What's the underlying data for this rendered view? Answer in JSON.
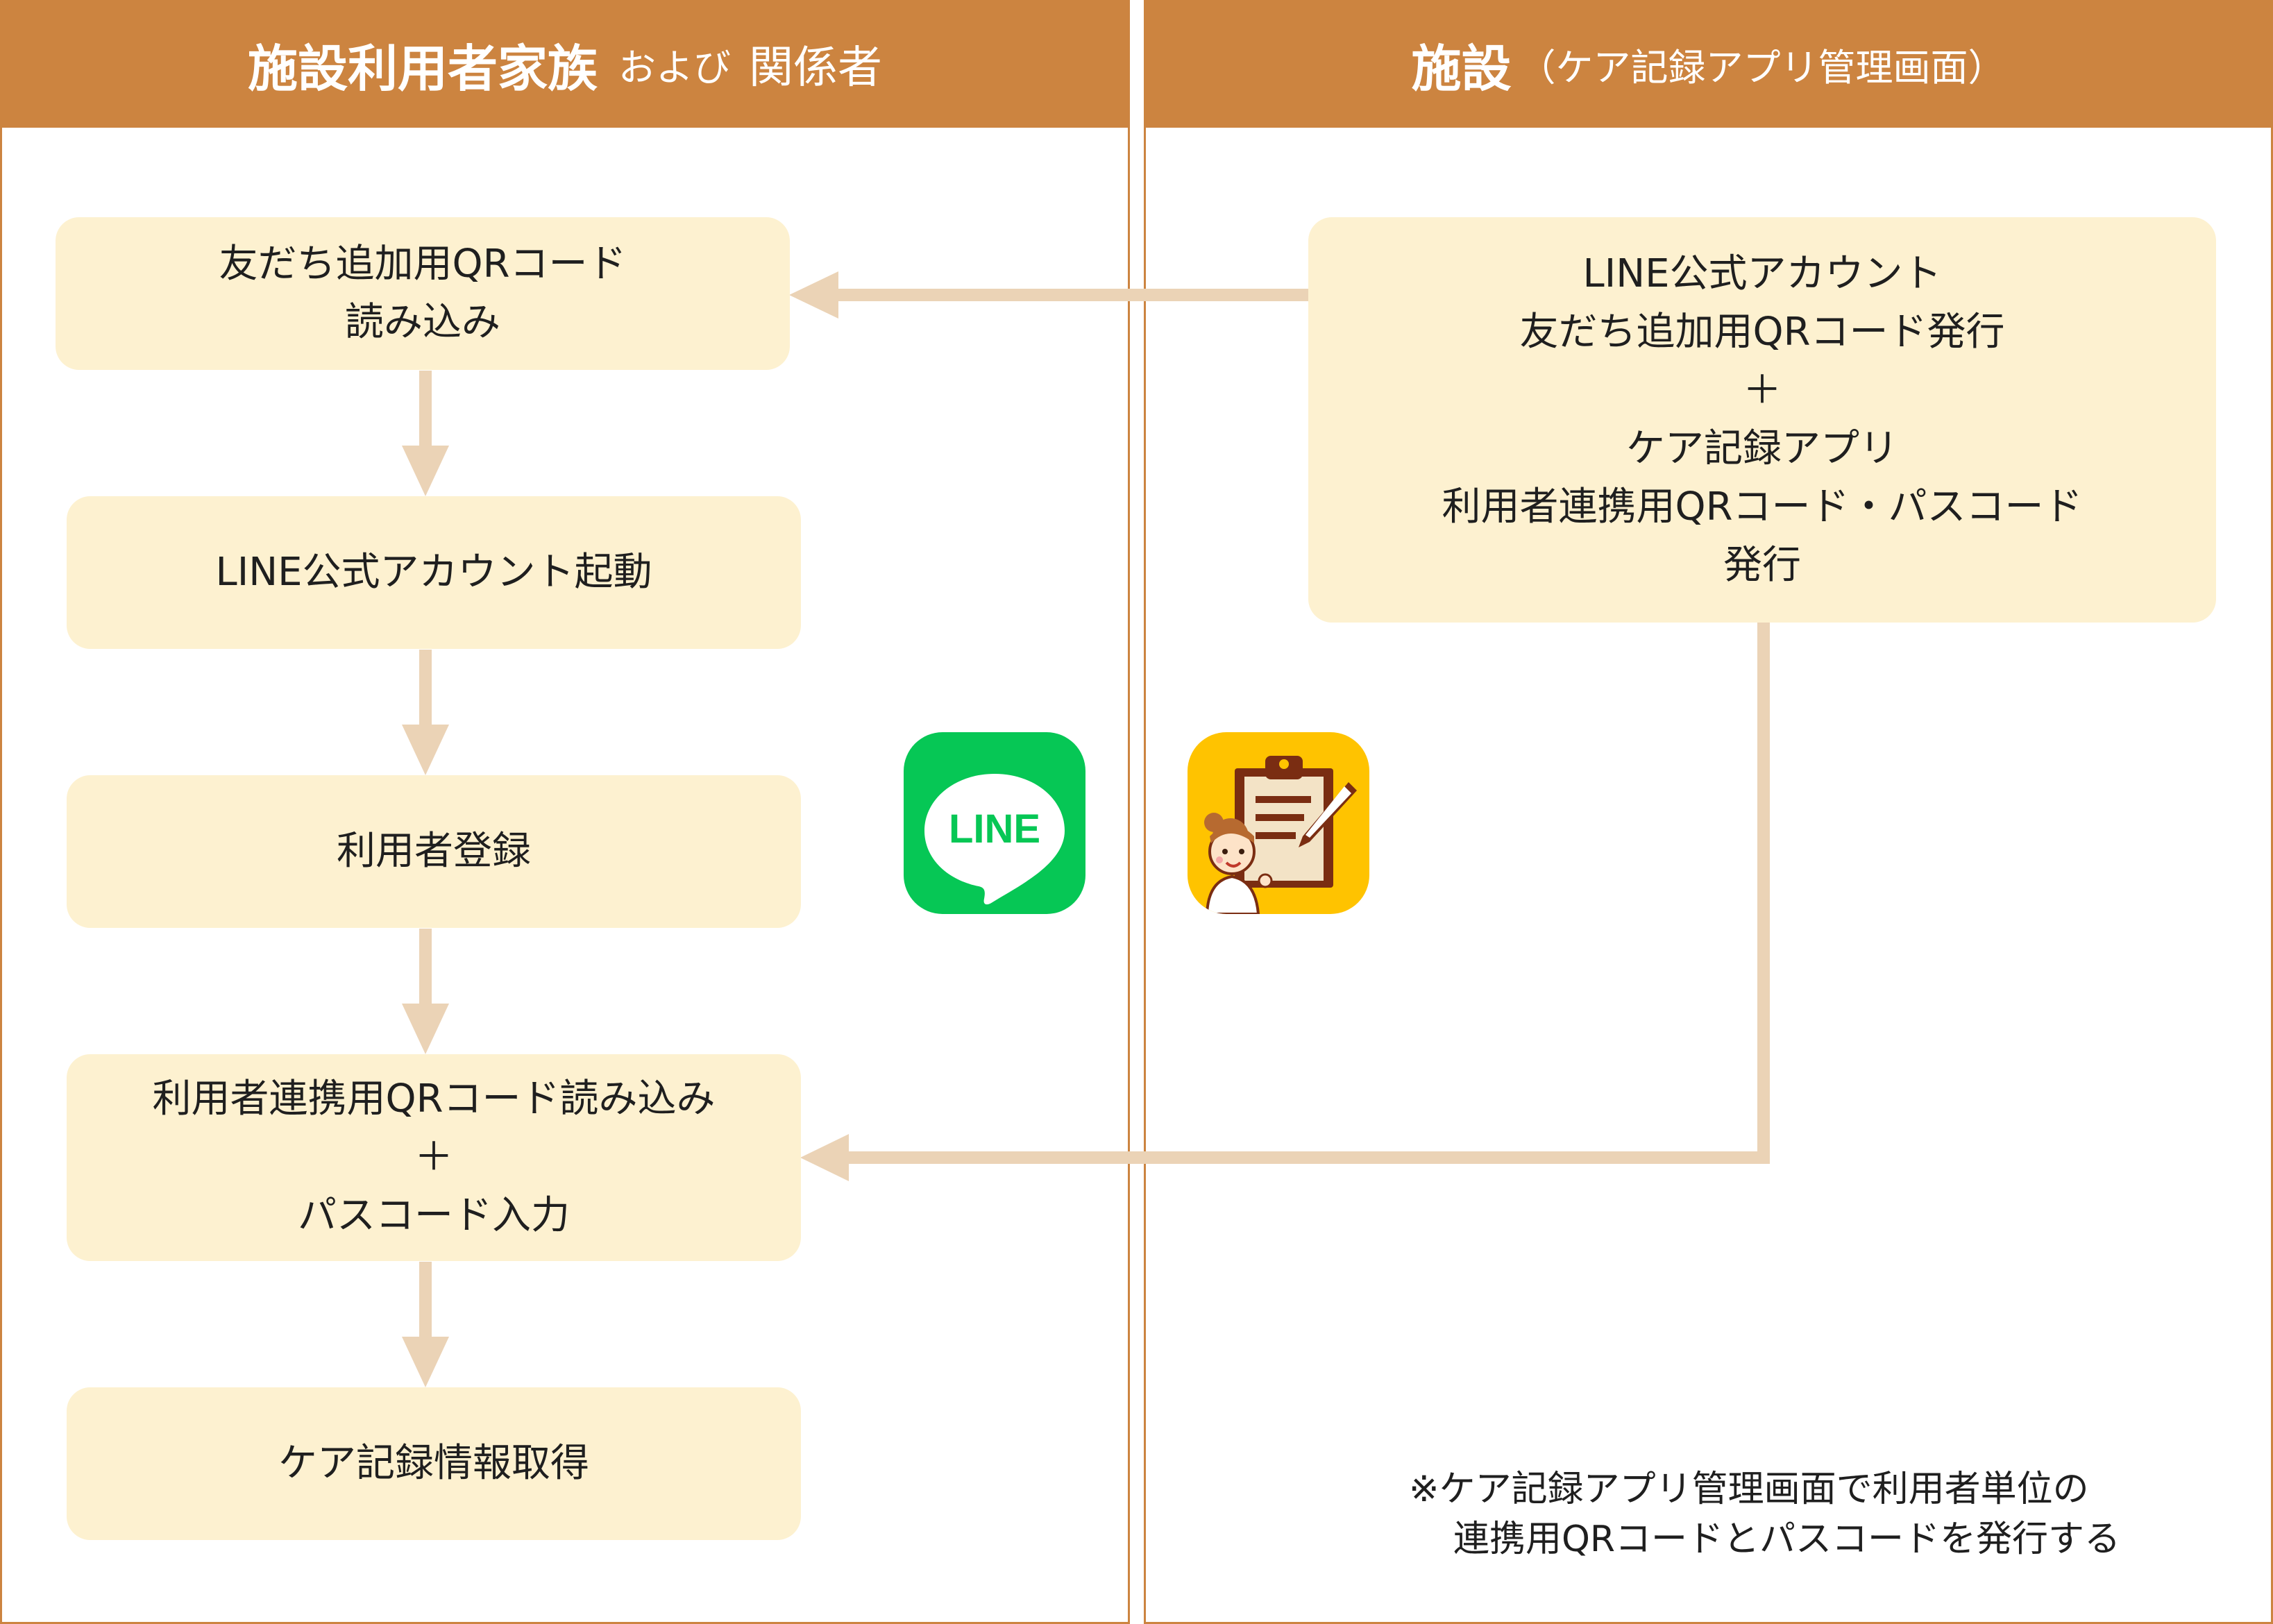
{
  "header": {
    "left_bold": "施設利用者家族",
    "left_small": "および",
    "left_rest": "関係者",
    "right_bold": "施設",
    "right_sub": "（ケア記録アプリ管理画面）"
  },
  "family_steps": [
    {
      "lines": [
        "友だち追加用QRコード",
        "読み込み"
      ]
    },
    {
      "lines": [
        "LINE公式アカウント起動"
      ]
    },
    {
      "lines": [
        "利用者登録"
      ]
    },
    {
      "lines": [
        "利用者連携用QRコード読み込み",
        "＋",
        "パスコード入力"
      ]
    },
    {
      "lines": [
        "ケア記録情報取得"
      ]
    }
  ],
  "facility_box": {
    "lines": [
      "LINE公式アカウント",
      "友だち追加用QRコード発行",
      "＋",
      "ケア記録アプリ",
      "利用者連携用QRコード・パスコード",
      "発行"
    ]
  },
  "icons": {
    "line_app": {
      "name": "line-app-icon",
      "text": "LINE",
      "color": "#06c755"
    },
    "care_app": {
      "name": "care-record-app-icon",
      "color": "#ffc300"
    }
  },
  "note": {
    "lines": [
      "※ケア記録アプリ管理画面で利用者単位の",
      "連携用QRコードとパスコードを発行する"
    ]
  },
  "colors": {
    "header": "#cc8440",
    "box": "#fdf1d0",
    "arrow": "#ebd3b6"
  }
}
